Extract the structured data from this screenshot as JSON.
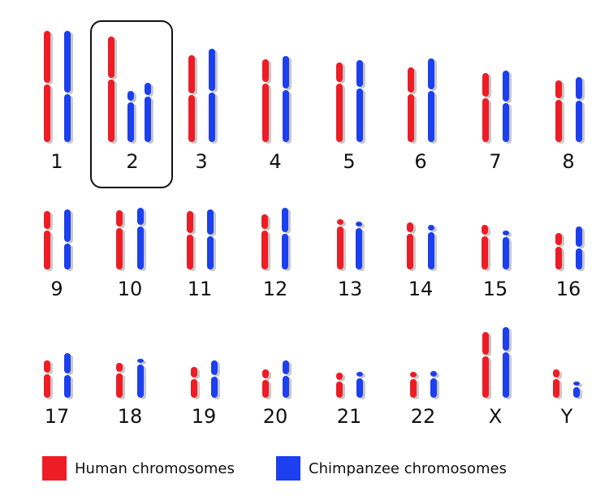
{
  "colors": {
    "human": "#ee1c25",
    "chimp": "#1c3ff0"
  },
  "highlighted_label": "2",
  "chromosome_labels": [
    "1",
    "2",
    "3",
    "4",
    "5",
    "6",
    "7",
    "8",
    "9",
    "10",
    "11",
    "12",
    "13",
    "14",
    "15",
    "16",
    "17",
    "18",
    "19",
    "20",
    "21",
    "22",
    "X",
    "Y"
  ],
  "legend": {
    "human": "Human chromosomes",
    "chimp": "Chimpanzee chromosomes"
  }
}
